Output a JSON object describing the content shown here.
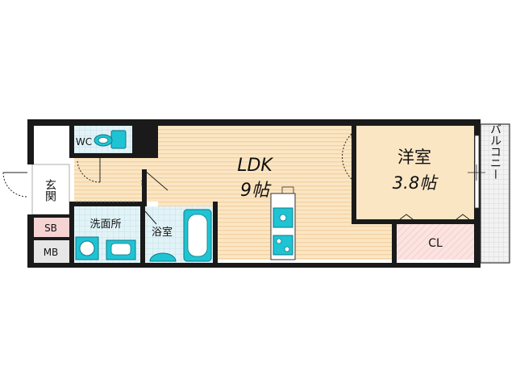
{
  "rooms": {
    "ldk": {
      "name": "LDK",
      "size": "9帖"
    },
    "western": {
      "name": "洋室",
      "size": "3.8帖"
    },
    "closet": {
      "name": "CL"
    },
    "toilet": {
      "name": "WC"
    },
    "entrance": {
      "name": "玄関"
    },
    "shoe_box": {
      "name": "SB"
    },
    "meter_box": {
      "name": "MB"
    },
    "washroom": {
      "name": "洗面所"
    },
    "bathroom": {
      "name": "浴室"
    },
    "balcony": {
      "name": "バルコニー"
    }
  },
  "colors": {
    "wall": "#1a1a1a",
    "ldk_floor": "#fbe6c4",
    "ldk_stripe": "#f3d3a4",
    "wet_area": "#e2f3f7",
    "fixture": "#1fc4d4",
    "closet": "#fbe3e1",
    "shoe_box": "#f6d3d3",
    "meter_box": "#e6e6e6",
    "balcony": "#f0f0f0"
  }
}
